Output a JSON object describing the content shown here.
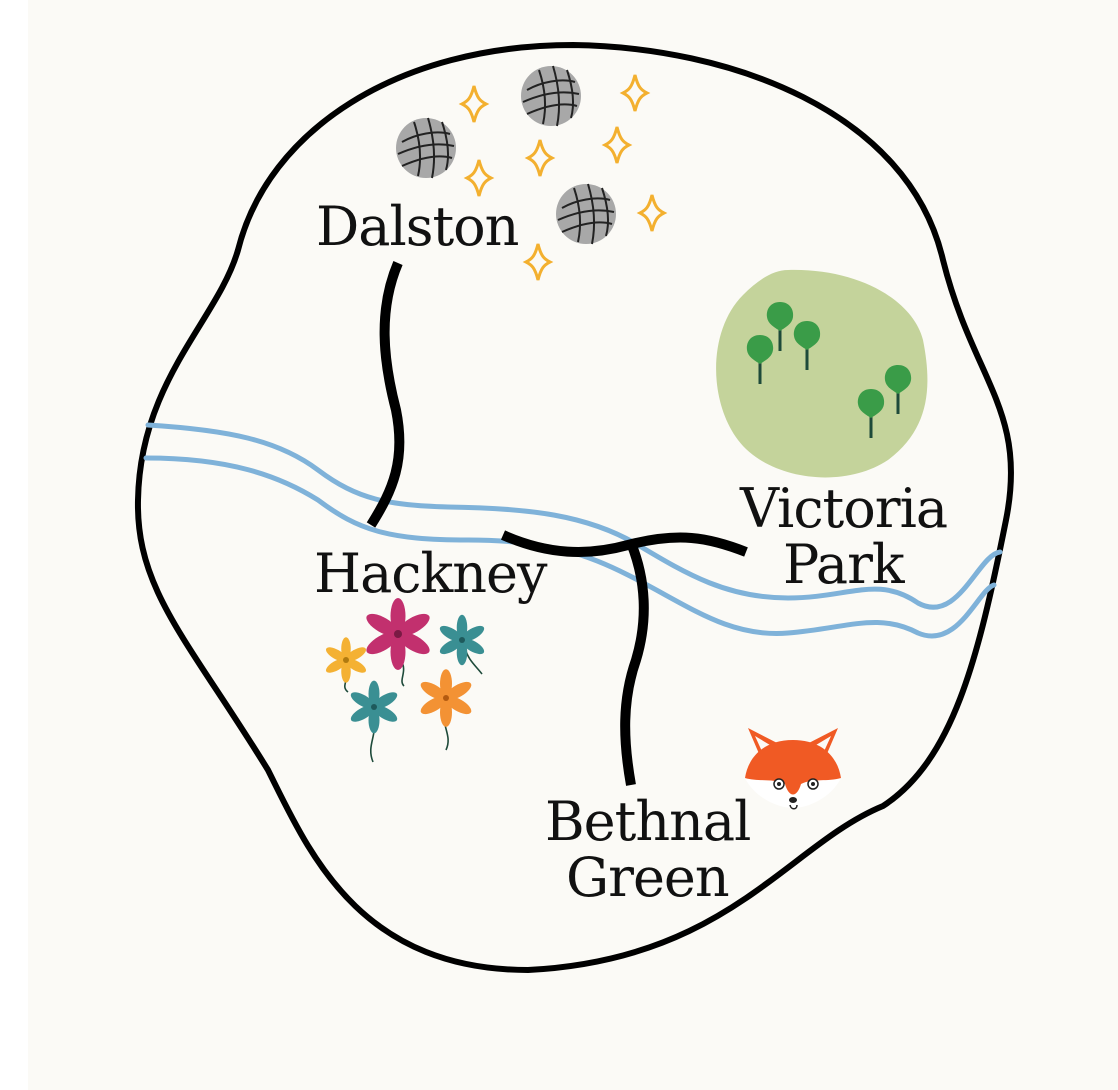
{
  "map": {
    "labels": {
      "dalston": "Dalston",
      "hackney": "Hackney",
      "victoria_line1": "Victoria",
      "victoria_line2": "Park",
      "bethnal_line1": "Bethnal",
      "bethnal_line2": "Green"
    },
    "colors": {
      "background": "#fbfaf6",
      "boundary": "#000000",
      "river": "#7fb2d9",
      "park": "#c4d39b",
      "tree": "#3a9c48",
      "trunk": "#1e4a3a",
      "yarn": "#a8a8a8",
      "sparkle": "#f3b02f",
      "fox": "#f05a24",
      "flower_pink": "#c2306e",
      "flower_teal": "#3a8f93",
      "flower_yellow": "#f4b133",
      "flower_orange": "#f39234"
    },
    "icons": [
      "yarn-ball-icon",
      "sparkle-icon",
      "tree-icon",
      "flower-icon",
      "fox-icon"
    ]
  }
}
